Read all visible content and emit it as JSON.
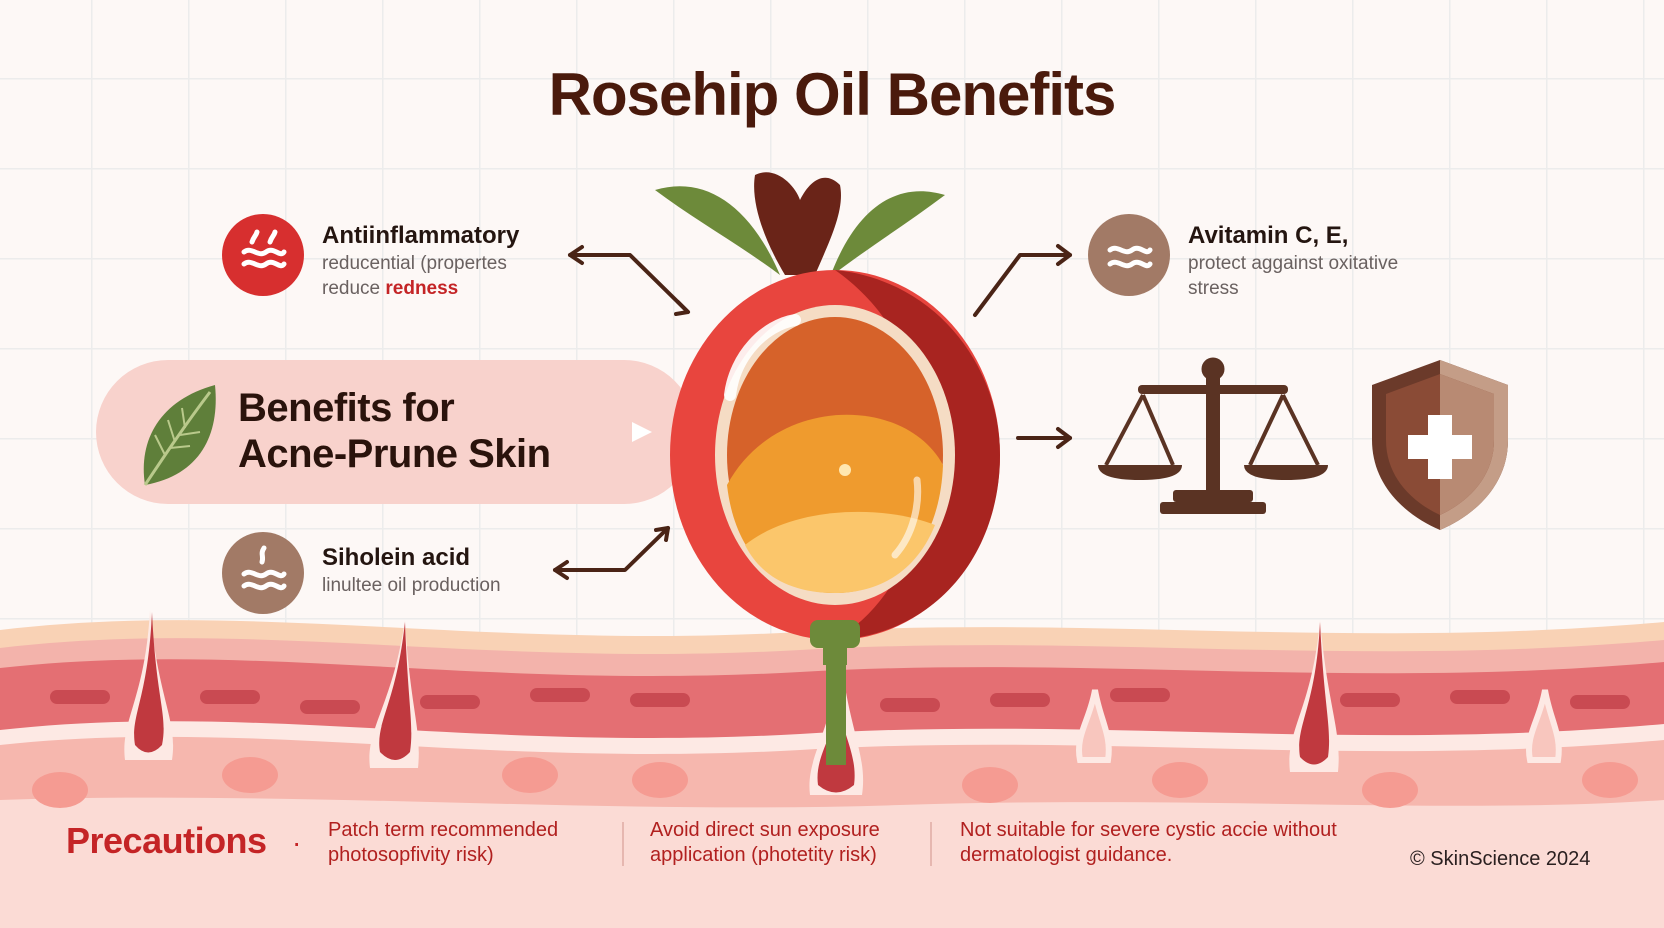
{
  "title": "Rosehip Oil Benefits",
  "center_label": {
    "line1": "Benefits for",
    "line2": "Acne-Prune Skin"
  },
  "benefits": [
    {
      "title": "Antiinflammatory",
      "desc_line1": "reducential (propertes",
      "desc_line2_prefix": "reduce ",
      "desc_line2_highlight": "redness",
      "icon": "wave-lines-icon"
    },
    {
      "title": "Avitamin C, E,",
      "desc_line1": "protect aggainst oxitative",
      "desc_line2": "stress",
      "icon": "wave-lines-icon"
    },
    {
      "title": "Siholein acid",
      "desc_line1": "linultee oil production",
      "icon": "wave-lines-icon"
    }
  ],
  "right_icons": [
    "balance-scale-icon",
    "medical-shield-icon"
  ],
  "precautions": {
    "title": "Precautions",
    "bullet": "·",
    "items": [
      {
        "line1": "Patch term recommended",
        "line2": "photosopfivity risk)"
      },
      {
        "line1": "Avoid direct sun exposure",
        "line2": "application (photetity risk)"
      },
      {
        "line1": "Not suitable for severe cystic accie without",
        "line2": "dermatologist guidance."
      }
    ]
  },
  "copyright": "© SkinScience 2024",
  "colors": {
    "title": "#4a1a0c",
    "accent_red": "#c42426",
    "brown_icon": "#a27a66",
    "skin_pink": "#f4b0a8",
    "pill_bg": "#f8d2cc"
  }
}
